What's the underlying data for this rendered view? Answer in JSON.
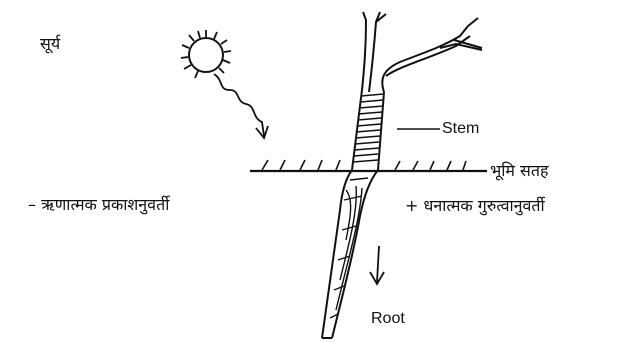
{
  "labels": {
    "sun": "सूर्य",
    "stem": "Stem",
    "ground_surface": "भूमि सतह",
    "negative_phototropism": "– ऋणात्मक प्रकाशनुवर्ती",
    "positive_geotropism": "+ धनात्मक गुरुत्वानुवर्ती",
    "root": "Root"
  },
  "colors": {
    "ink": "#111111",
    "background": "#ffffff"
  }
}
